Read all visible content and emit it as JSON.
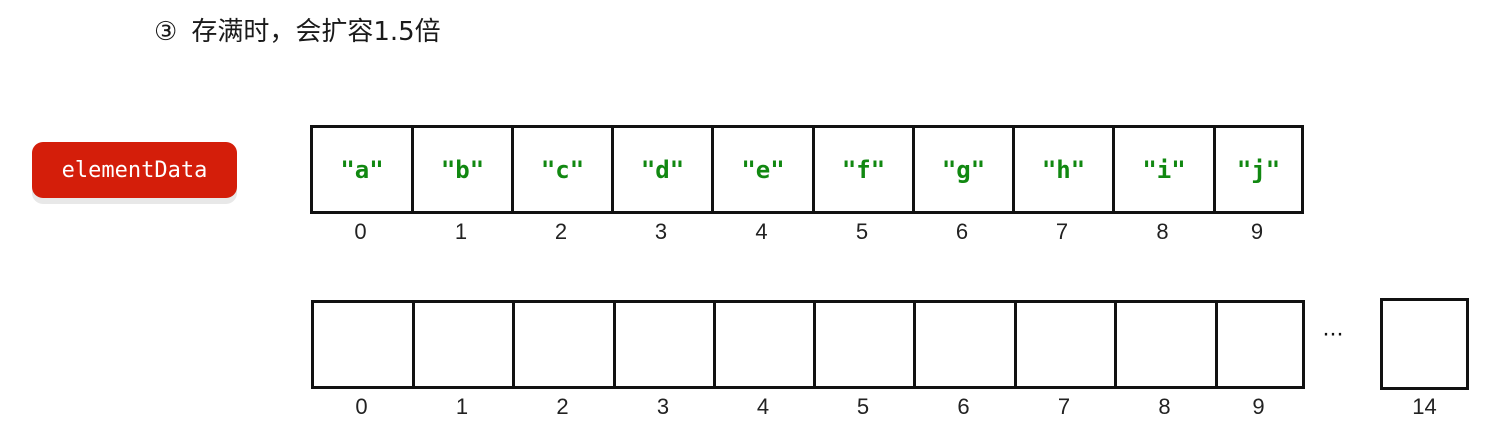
{
  "heading": {
    "number": "③",
    "text": "存满时，会扩容1.5倍"
  },
  "label": "elementData",
  "old_array": {
    "values": [
      "\"a\"",
      "\"b\"",
      "\"c\"",
      "\"d\"",
      "\"e\"",
      "\"f\"",
      "\"g\"",
      "\"h\"",
      "\"i\"",
      "\"j\""
    ],
    "indices": [
      "0",
      "1",
      "2",
      "3",
      "4",
      "5",
      "6",
      "7",
      "8",
      "9"
    ]
  },
  "new_array": {
    "indices": [
      "0",
      "1",
      "2",
      "3",
      "4",
      "5",
      "6",
      "7",
      "8",
      "9"
    ],
    "ellipsis": "···",
    "last_index": "14"
  },
  "colors": {
    "label_bg": "#d41e0a",
    "value_text": "#118811"
  }
}
